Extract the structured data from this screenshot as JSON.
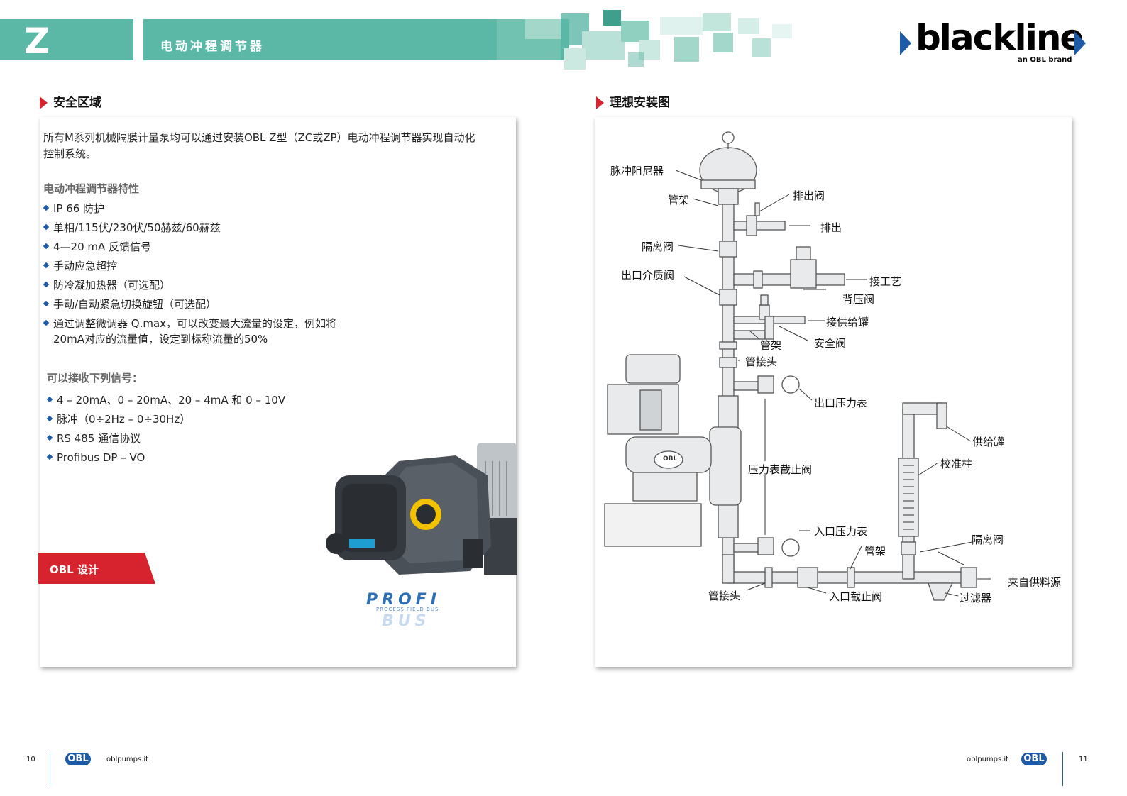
{
  "header": {
    "section_letter": "Z",
    "title": "电动冲程调节器",
    "brand": "blackline",
    "brand_sub": "an OBL brand"
  },
  "left": {
    "section_title": "安全区域",
    "intro": "所有M系列机械隔膜计量泵均可以通过安装OBL Z型（ZC或ZP）电动冲程调节器实现自动化控制系统。",
    "features_heading": "电动冲程调节器特性",
    "features": [
      "IP 66 防护",
      "单相/115伏/230伏/50赫兹/60赫兹",
      "4—20 mA 反馈信号",
      "手动应急超控",
      "防冷凝加热器（可选配）",
      "手动/自动紧急切换旋钮（可选配）",
      "通过调整微调器 Q.max，可以改变最大流量的设定，例如将20mA对应的流量值，设定到标称流量的50%"
    ],
    "signals_heading": "可以接收下列信号：",
    "signals": [
      "4 – 20mA、0 – 20mA、20 – 4mA 和 0 – 10V",
      "脉冲（0÷2Hz – 0÷30Hz）",
      "RS 485 通信协议",
      "Profibus DP – VO"
    ],
    "badge": "OBL 设计",
    "profibus_top": "PROFI",
    "profibus_mid": "PROCESS FIELD BUS",
    "profibus_bottom": "BUS"
  },
  "right": {
    "section_title": "理想安装图",
    "labels": {
      "damper": "脉冲阻尼器",
      "bracket1": "管架",
      "drain_valve": "排出阀",
      "drain": "排出",
      "isolation_valve1": "隔离阀",
      "outlet_valve": "出口介质阀",
      "to_process": "接工艺",
      "back_pressure": "背压阀",
      "to_supply_tank": "接供给罐",
      "bracket2": "管架",
      "safety_valve": "安全阀",
      "union1": "管接头",
      "outlet_gauge": "出口压力表",
      "supply_tank": "供给罐",
      "calibration_column": "校准柱",
      "gauge_stop_valve": "压力表截止阀",
      "inlet_gauge": "入口压力表",
      "bracket3": "管架",
      "isolation_valve2": "隔离阀",
      "from_supply": "来自供料源",
      "union2": "管接头",
      "inlet_stop_valve": "入口截止阀",
      "filter": "过滤器",
      "pump_logo": "OBL"
    }
  },
  "footer": {
    "page_left": "10",
    "site_left": "oblpumps.it",
    "logo": "OBL",
    "site_right": "oblpumps.it",
    "page_right": "11"
  }
}
